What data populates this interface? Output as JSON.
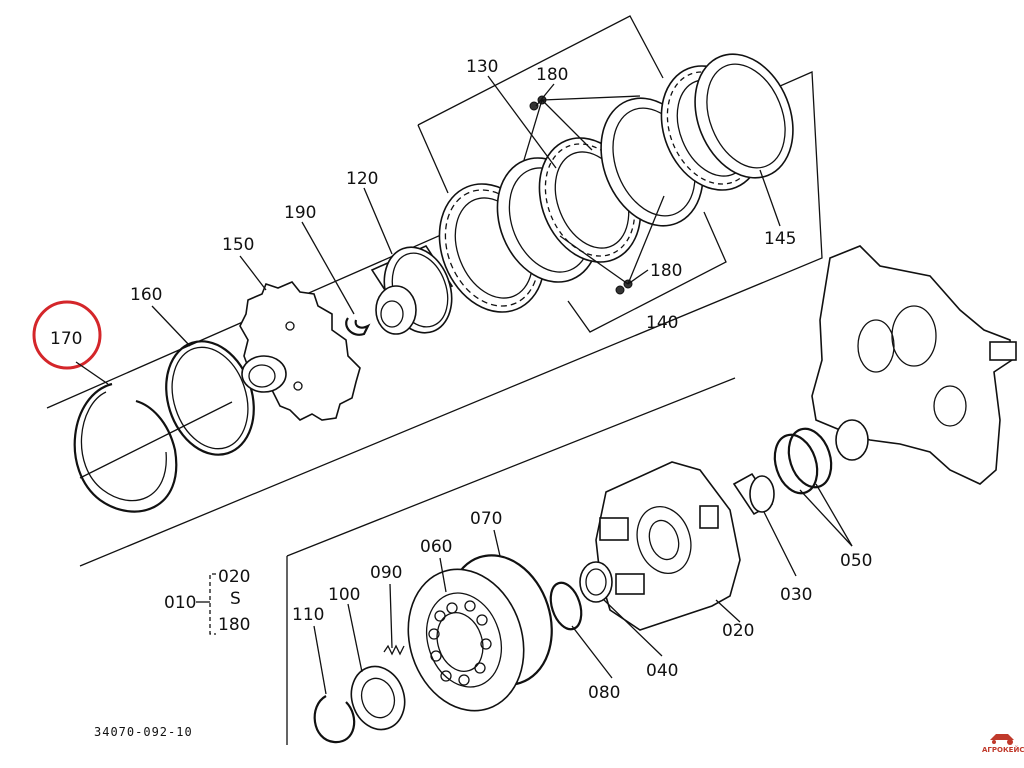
{
  "part_labels": {
    "p130": "130",
    "p180a": "180",
    "p120": "120",
    "p190": "190",
    "p150": "150",
    "p160": "160",
    "p170": "170",
    "p145": "145",
    "p180b": "180",
    "p140": "140",
    "p070": "070",
    "p060": "060",
    "p090": "090",
    "p100": "100",
    "p110": "110",
    "p080": "080",
    "p040": "040",
    "p020": "020",
    "p030": "030",
    "p050": "050"
  },
  "assembly_key": {
    "root": "010",
    "from": "020",
    "sep": "S",
    "to": "180"
  },
  "drawing_number": "34070-092-10",
  "watermark": "АГРОКЕЙС",
  "colors": {
    "highlight": "#d4262a",
    "ink": "#111111",
    "brand": "#c0392b"
  }
}
